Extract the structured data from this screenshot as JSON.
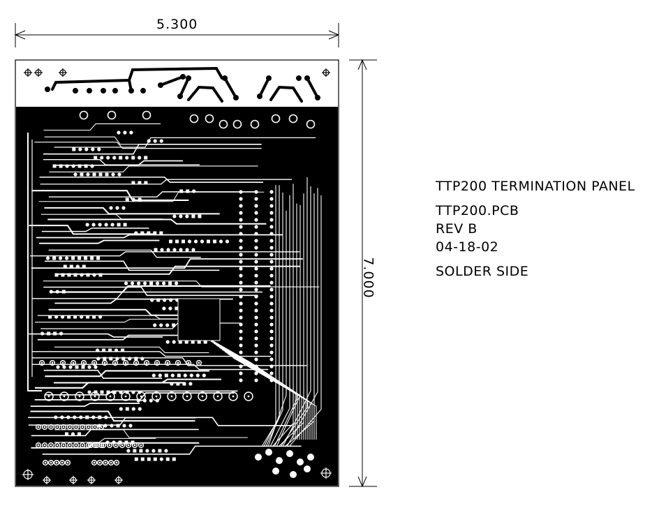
{
  "drawing": {
    "board_title": "TTP200 TERMINATION PANEL",
    "file_name": "TTP200.PCB",
    "revision": "REV B",
    "date": "04-18-02",
    "layer": "SOLDER SIDE"
  },
  "dimensions": {
    "width_label": "5.300",
    "height_label": "7.000"
  },
  "colors": {
    "copper": "#000000",
    "board": "#ffffff",
    "line": "#000000"
  }
}
